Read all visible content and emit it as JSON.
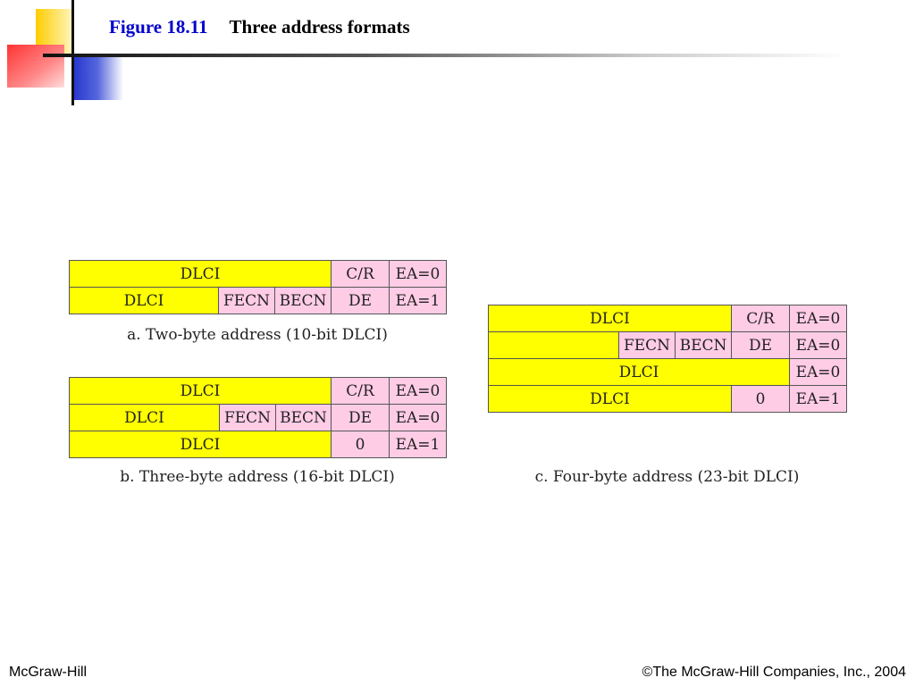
{
  "title": {
    "figure": "Figure 18.11",
    "text": "Three address formats"
  },
  "formats": {
    "a": {
      "rows": [
        [
          {
            "label": "DLCI",
            "color": "yellow"
          },
          {
            "label": "C/R",
            "color": "pink"
          },
          {
            "label": "EA=0",
            "color": "pink"
          }
        ],
        [
          {
            "label": "DLCI",
            "color": "yellow"
          },
          {
            "label": "FECN",
            "color": "pink"
          },
          {
            "label": "BECN",
            "color": "pink"
          },
          {
            "label": "DE",
            "color": "pink"
          },
          {
            "label": "EA=1",
            "color": "pink"
          }
        ]
      ],
      "caption": "a. Two-byte address (10-bit DLCI)"
    },
    "b": {
      "rows": [
        [
          {
            "label": "DLCI",
            "color": "yellow"
          },
          {
            "label": "C/R",
            "color": "pink"
          },
          {
            "label": "EA=0",
            "color": "pink"
          }
        ],
        [
          {
            "label": "DLCI",
            "color": "yellow"
          },
          {
            "label": "FECN",
            "color": "pink"
          },
          {
            "label": "BECN",
            "color": "pink"
          },
          {
            "label": "DE",
            "color": "pink"
          },
          {
            "label": "EA=0",
            "color": "pink"
          }
        ],
        [
          {
            "label": "DLCI",
            "color": "yellow"
          },
          {
            "label": "0",
            "color": "pink"
          },
          {
            "label": "EA=1",
            "color": "pink"
          }
        ]
      ],
      "caption": "b. Three-byte address (16-bit DLCI)"
    },
    "c": {
      "rows": [
        [
          {
            "label": "DLCI",
            "color": "yellow"
          },
          {
            "label": "C/R",
            "color": "pink"
          },
          {
            "label": "EA=0",
            "color": "pink"
          }
        ],
        [
          {
            "label": "",
            "color": "yellow"
          },
          {
            "label": "FECN",
            "color": "pink"
          },
          {
            "label": "BECN",
            "color": "pink"
          },
          {
            "label": "DE",
            "color": "pink"
          },
          {
            "label": "EA=0",
            "color": "pink"
          }
        ],
        [
          {
            "label": "DLCI",
            "color": "yellow"
          },
          {
            "label": "EA=0",
            "color": "pink"
          }
        ],
        [
          {
            "label": "DLCI",
            "color": "yellow"
          },
          {
            "label": "0",
            "color": "pink"
          },
          {
            "label": "EA=1",
            "color": "pink"
          }
        ]
      ],
      "caption": "c. Four-byte address (23-bit DLCI)"
    }
  },
  "colors": {
    "yellow": "#ffff00",
    "pink": "#ffcce6",
    "title_blue": "#0000cc"
  },
  "footer": {
    "left": "McGraw-Hill",
    "right": "©The McGraw-Hill Companies, Inc., 2004"
  }
}
